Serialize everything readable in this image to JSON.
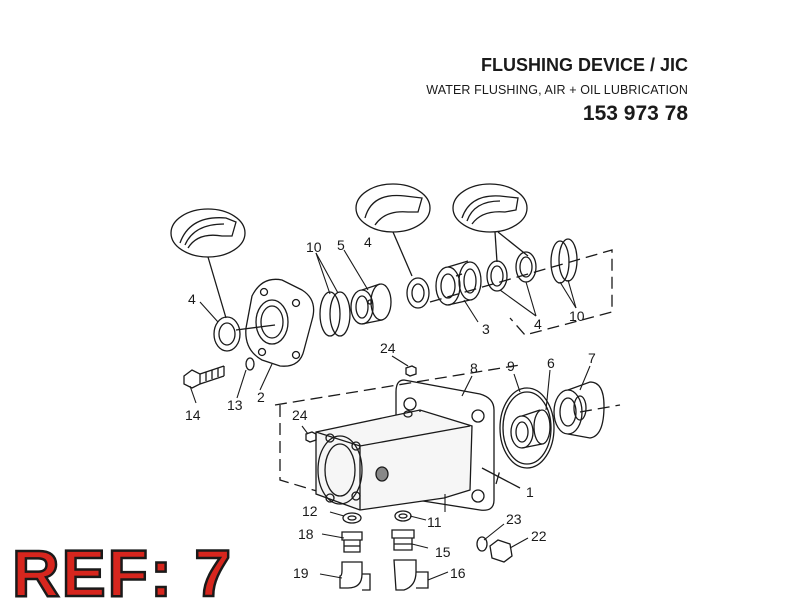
{
  "header": {
    "title": "FLUSHING DEVICE / JIC",
    "subtitle": "WATER FLUSHING, AIR + OIL LUBRICATION",
    "part_number": "153 973 78"
  },
  "ref_stamp": "REF: 7",
  "callouts": [
    "1",
    "2",
    "3",
    "4",
    "4",
    "4",
    "5",
    "6",
    "7",
    "8",
    "9",
    "10",
    "10",
    "11",
    "12",
    "13",
    "14",
    "15",
    "16",
    "18",
    "19",
    "22",
    "23",
    "24",
    "24"
  ],
  "colors": {
    "ref_red": "#d7261e",
    "ink": "#1a1a1a"
  }
}
